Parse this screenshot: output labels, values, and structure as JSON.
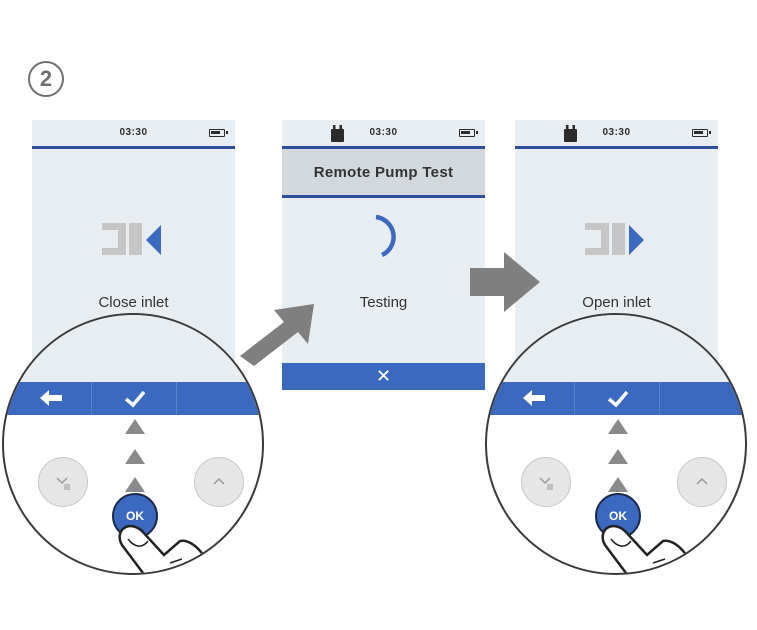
{
  "step": {
    "number": "2"
  },
  "screens": [
    {
      "time": "03:30",
      "message": "Close inlet",
      "inlet_direction": "close",
      "shows_pump_icon": false
    },
    {
      "time": "03:30",
      "title": "Remote Pump Test",
      "message": "Testing",
      "cancel_label": "✕",
      "shows_pump_icon": true
    },
    {
      "time": "03:30",
      "message": "Open inlet",
      "inlet_direction": "open",
      "shows_pump_icon": true
    }
  ],
  "keypad": {
    "ok_label": "OK",
    "left_button_icon": "menu-chevron-icon",
    "right_button_icon": "chevron-up-icon"
  },
  "colors": {
    "accent_blue": "#3c69c0",
    "divider_blue": "#2f4d9a",
    "screen_bg": "#e8edf1",
    "arrow_gray": "#7f7f7f"
  }
}
